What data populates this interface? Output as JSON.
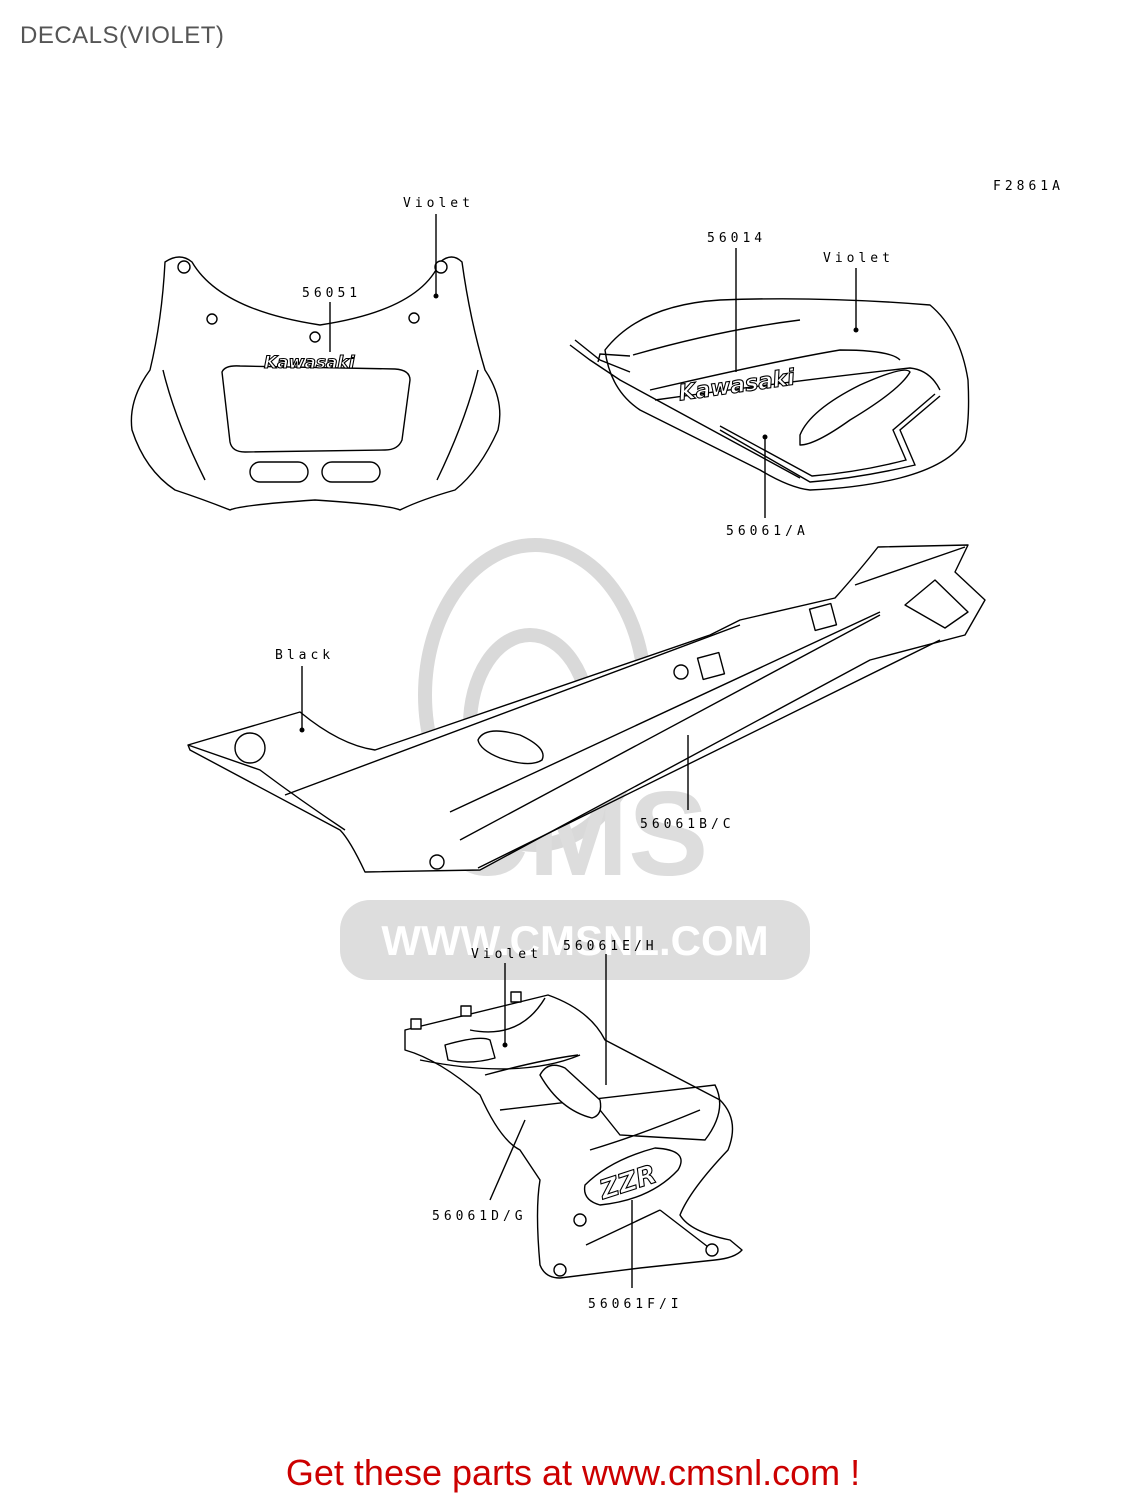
{
  "page": {
    "title": "DECALS(VIOLET)",
    "footer": "Get these parts at www.cmsnl.com !"
  },
  "diagram": {
    "figure_id": "F2861A",
    "labels": {
      "fairing_color": "Violet",
      "fairing_part": "56051",
      "tank_part": "56014",
      "tank_color": "Violet",
      "tank_stripe_part": "56061/A",
      "tail_color": "Black",
      "tail_stripe_part": "56061B/C",
      "lower_color": "Violet",
      "lower_eh_part": "56061E/H",
      "lower_dg_part": "56061D/G",
      "lower_fi_part": "56061F/I"
    },
    "logo_fairing": "Kawasaki",
    "logo_tank": "Kawasaki",
    "logo_lower": "ZZR"
  },
  "watermark": {
    "text": "WWW.CMSNL.COM",
    "brand": "CMS",
    "color": "#d9d9d9"
  }
}
